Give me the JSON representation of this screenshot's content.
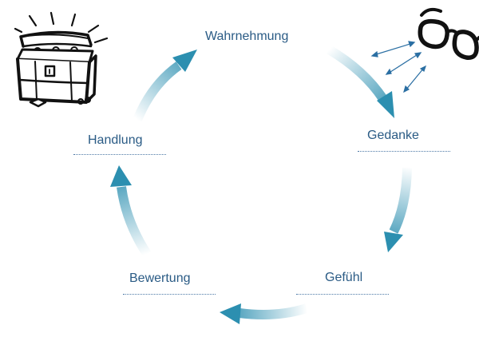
{
  "nodes": {
    "wahrnehmung": "Wahrnehmung",
    "gedanke": "Gedanke",
    "gefuehl": "Gefühl",
    "bewertung": "Bewertung",
    "handlung": "Handlung"
  },
  "colors": {
    "arrow": "#2c8fb0",
    "text": "#2a5b85",
    "ink": "#111111",
    "double_arrow": "#2b6fa3"
  },
  "icons": {
    "top_left": "treasure-chest-icon",
    "top_right": "eyeglasses-icon"
  }
}
